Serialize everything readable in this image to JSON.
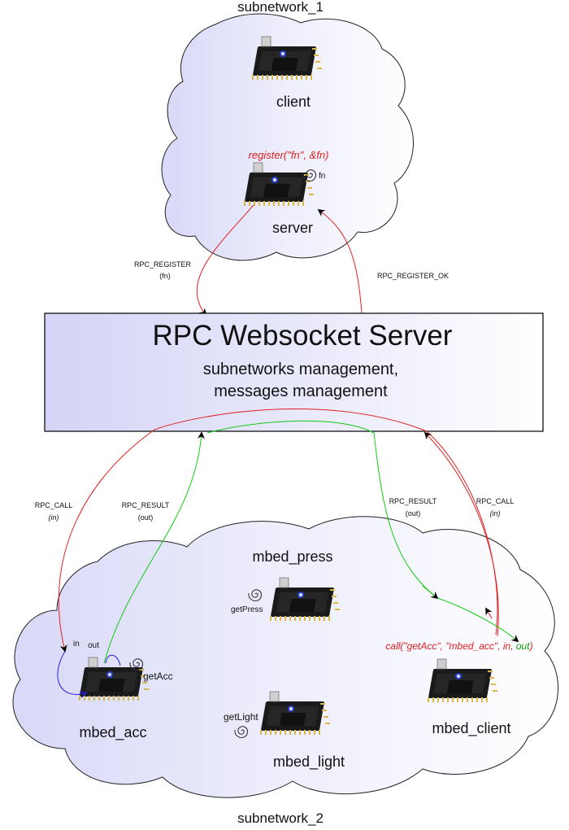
{
  "subnetwork_1": {
    "name": "subnetwork_1",
    "client_label": "client",
    "server_label": "server",
    "register_call": "register(\"fn\", &fn)",
    "fn_label": "fn"
  },
  "server_box": {
    "title": "RPC Websocket Server",
    "line1": "subnetworks management,",
    "line2": "messages management"
  },
  "messages": {
    "rpc_register": "RPC_REGISTER",
    "rpc_register_arg": "(fn)",
    "rpc_register_ok": "RPC_REGISTER_OK",
    "rpc_call_left": "RPC_CALL",
    "rpc_call_left_arg": "(in)",
    "rpc_result_left": "RPC_RESULT",
    "rpc_result_left_arg": "(out)",
    "rpc_result_right": "RPC_RESULT",
    "rpc_result_right_arg": "(out)",
    "rpc_call_right": "RPC_CALL",
    "rpc_call_right_arg": "(in)"
  },
  "subnetwork_2": {
    "name": "subnetwork_2",
    "mbed_press": "mbed_press",
    "get_press": "getPress",
    "mbed_acc": "mbed_acc",
    "get_acc": "getAcc",
    "in_label": "in",
    "out_label": "out",
    "mbed_light": "mbed_light",
    "get_light": "getLight",
    "mbed_client": "mbed_client",
    "call_prefix": "call(\"getAcc\", \"mbed_acc\", ",
    "call_in": "in",
    "call_sep": ", ",
    "call_out": "out",
    "call_suffix": ")"
  },
  "colors": {
    "register_flow": "#e02020",
    "result_flow": "#11cc11",
    "in_param": "#2020e0"
  }
}
